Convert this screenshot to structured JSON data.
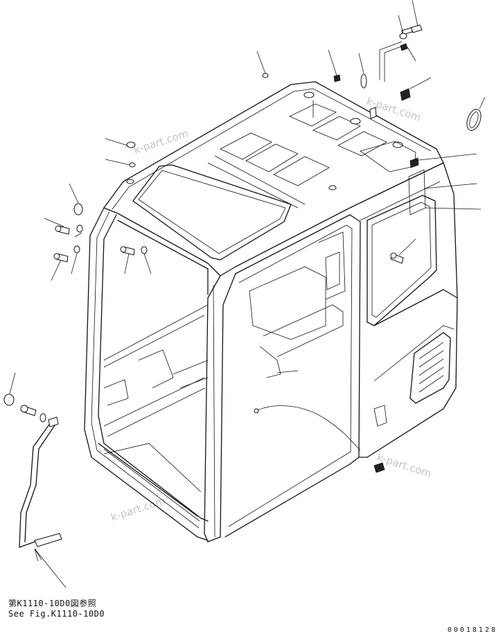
{
  "diagram": {
    "reference_note_jp": "第K1110-10D0図参照",
    "reference_note_en": "See Fig.K1110-10D0",
    "drawing_number": "00018128",
    "watermark": "k-part.com"
  }
}
